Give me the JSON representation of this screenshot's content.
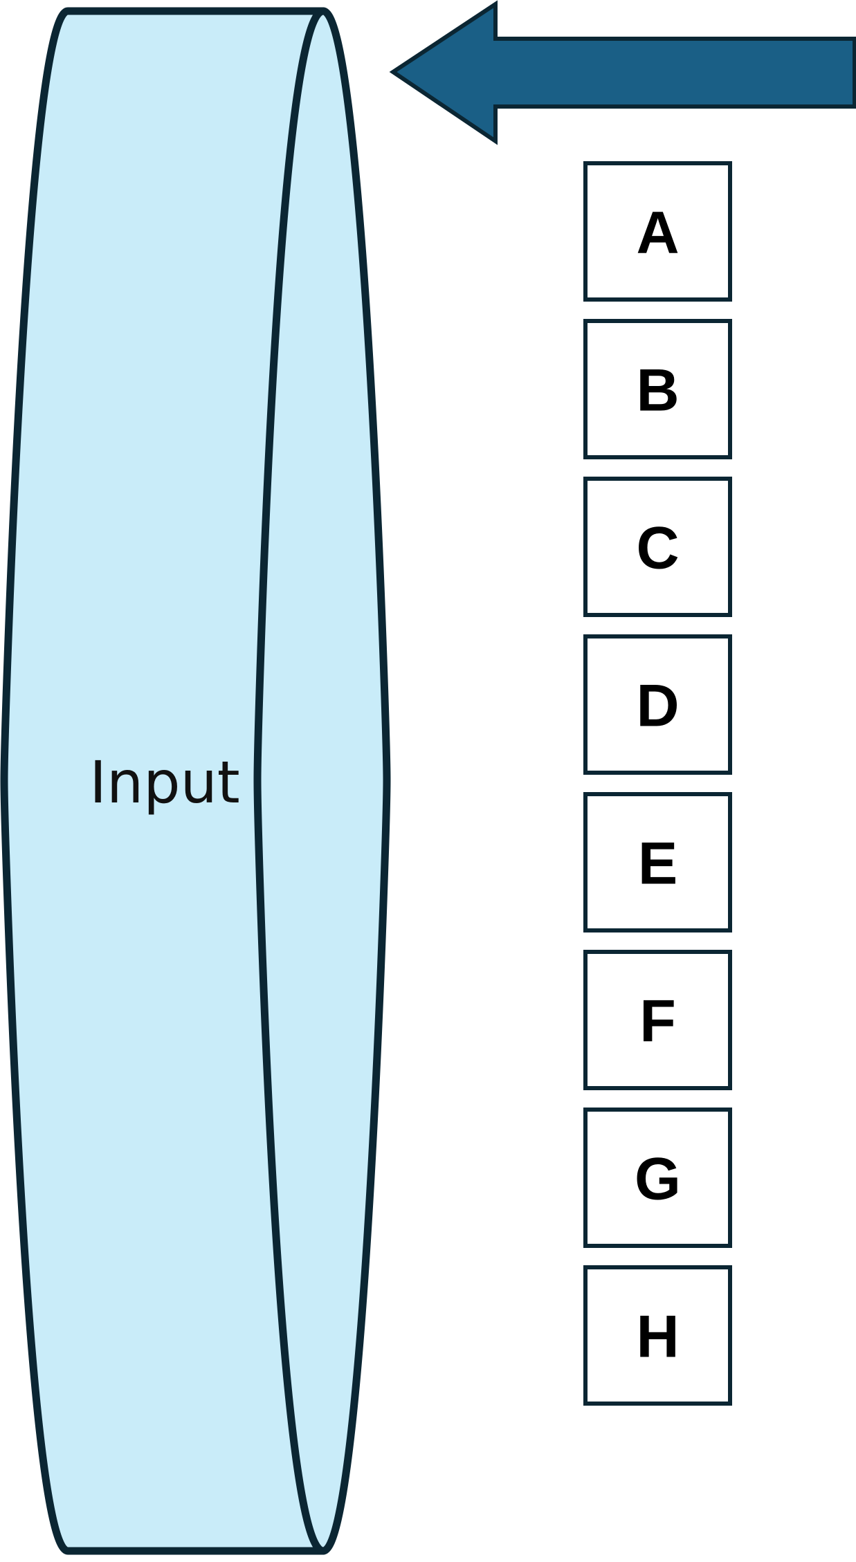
{
  "diagram": {
    "input_label": "Input",
    "boxes": [
      "A",
      "B",
      "C",
      "D",
      "E",
      "F",
      "G",
      "H"
    ]
  },
  "colors": {
    "cylinder_fill": "#c9ecf9",
    "outline": "#0b2633",
    "arrow_fill": "#1a5f86"
  }
}
